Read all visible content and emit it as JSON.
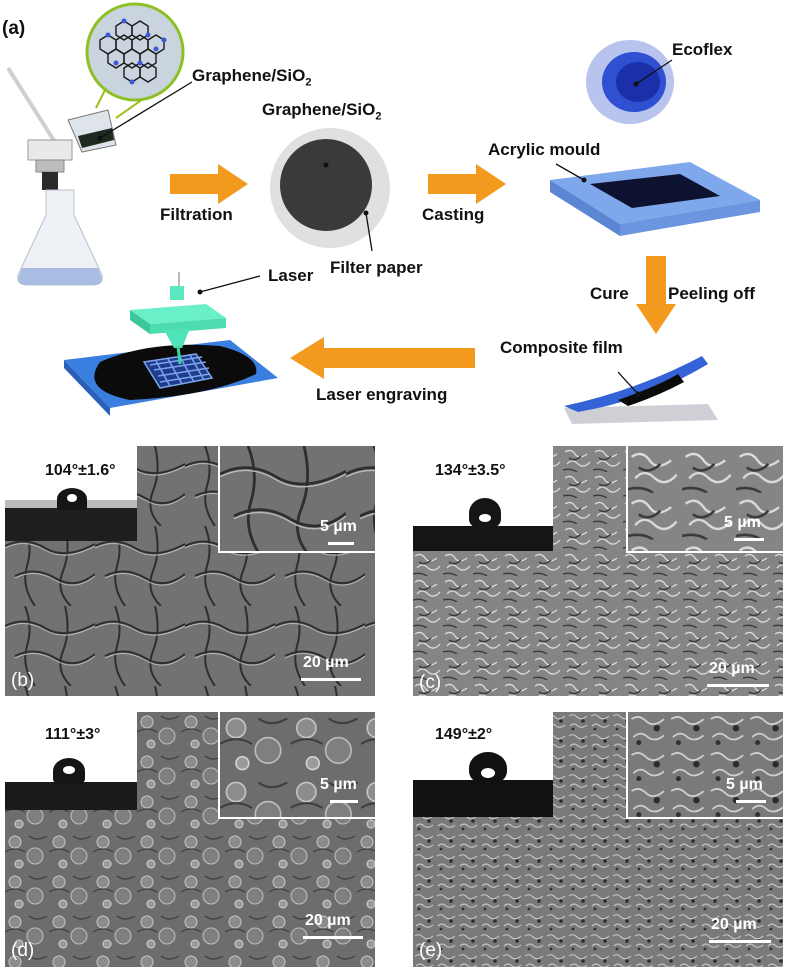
{
  "panel_a": {
    "letter": "(a)",
    "labels": {
      "graphene_top": "Graphene/SiO",
      "graphene_top_sub": "2",
      "graphene_mid": "Graphene/SiO",
      "graphene_mid_sub": "2",
      "filtration": "Filtration",
      "filter_paper": "Filter paper",
      "casting": "Casting",
      "ecoflex": "Ecoflex",
      "acrylic_mould": "Acrylic mould",
      "cure": "Cure",
      "peeling_off": "Peeling off",
      "composite_film": "Composite film",
      "laser": "Laser",
      "laser_engraving": "Laser engraving"
    }
  },
  "sem_panels": [
    {
      "letter": "(b)",
      "angle": "104°±1.6°",
      "inset_scale": "5 µm",
      "main_scale": "20 µm"
    },
    {
      "letter": "(c)",
      "angle": "134°±3.5°",
      "inset_scale": "5 µm",
      "main_scale": "20 µm"
    },
    {
      "letter": "(d)",
      "angle": "111°±3°",
      "inset_scale": "5 µm",
      "main_scale": "20 µm"
    },
    {
      "letter": "(e)",
      "angle": "149°±2°",
      "inset_scale": "5 µm",
      "main_scale": "20 µm"
    }
  ],
  "colors": {
    "arrow": "#f39a1e",
    "mould": "#6d9ee6",
    "ecoflex": "#2747c9",
    "laser_head": "#4fe3b8"
  }
}
